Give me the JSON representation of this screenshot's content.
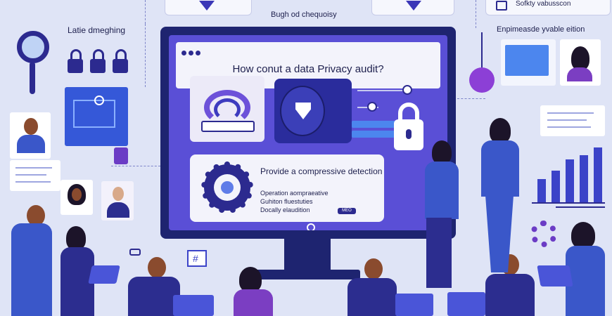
{
  "top_label": "Bugh od chequoisy",
  "left_label": "Latie dmeghing",
  "right_label": "Enpimeasde yvable eition",
  "top_right_card": "Sofkty vabusscon",
  "screen": {
    "title": "How conut a data Privacy audit?",
    "panel_title": "Provide a compressive detection",
    "items": [
      "Operation aompraeative",
      "Guhiton fluestuties",
      "Docally elaudition"
    ],
    "badge": "MEO"
  },
  "tag_label": "#",
  "chart_data": {
    "type": "bar",
    "values": [
      30,
      40,
      55,
      60,
      70
    ]
  },
  "colors": {
    "background": "#dfe4f6",
    "monitor": "#1e2470",
    "screen": "#5a4fd6",
    "accent": "#3b43c8"
  }
}
